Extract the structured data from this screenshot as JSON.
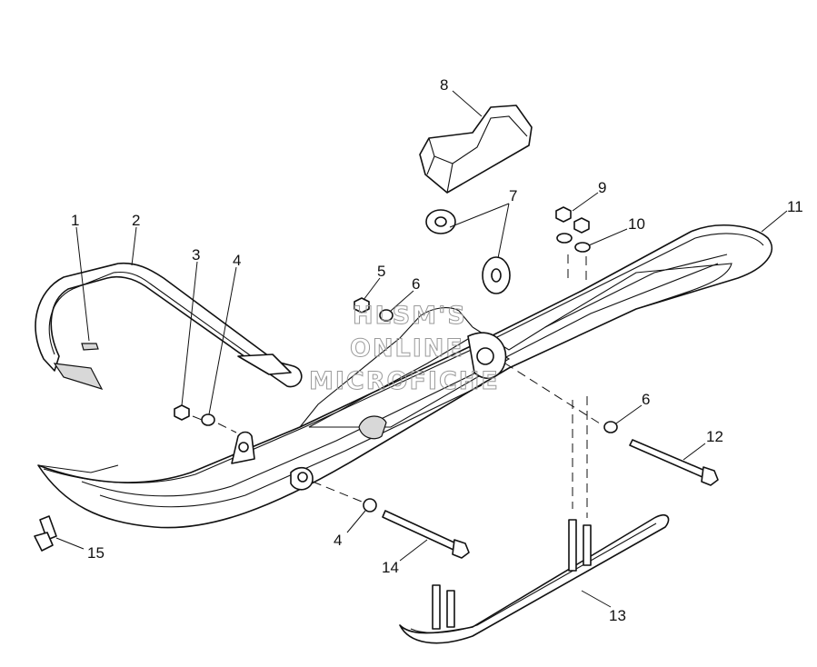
{
  "watermark": {
    "line1": "HLSM'S",
    "line2": "ONLINE",
    "line3": "MICROFICHE"
  },
  "callouts": [
    {
      "id": "1",
      "name": "callout-1"
    },
    {
      "id": "2",
      "name": "callout-2"
    },
    {
      "id": "3",
      "name": "callout-3"
    },
    {
      "id": "4",
      "name": "callout-4-upper"
    },
    {
      "id": "5",
      "name": "callout-5"
    },
    {
      "id": "6",
      "name": "callout-6-upper"
    },
    {
      "id": "7",
      "name": "callout-7"
    },
    {
      "id": "8",
      "name": "callout-8"
    },
    {
      "id": "9",
      "name": "callout-9"
    },
    {
      "id": "10",
      "name": "callout-10"
    },
    {
      "id": "11",
      "name": "callout-11"
    },
    {
      "id": "6",
      "name": "callout-6-lower"
    },
    {
      "id": "12",
      "name": "callout-12"
    },
    {
      "id": "4",
      "name": "callout-4-lower"
    },
    {
      "id": "14",
      "name": "callout-14"
    },
    {
      "id": "13",
      "name": "callout-13"
    },
    {
      "id": "15",
      "name": "callout-15"
    }
  ]
}
